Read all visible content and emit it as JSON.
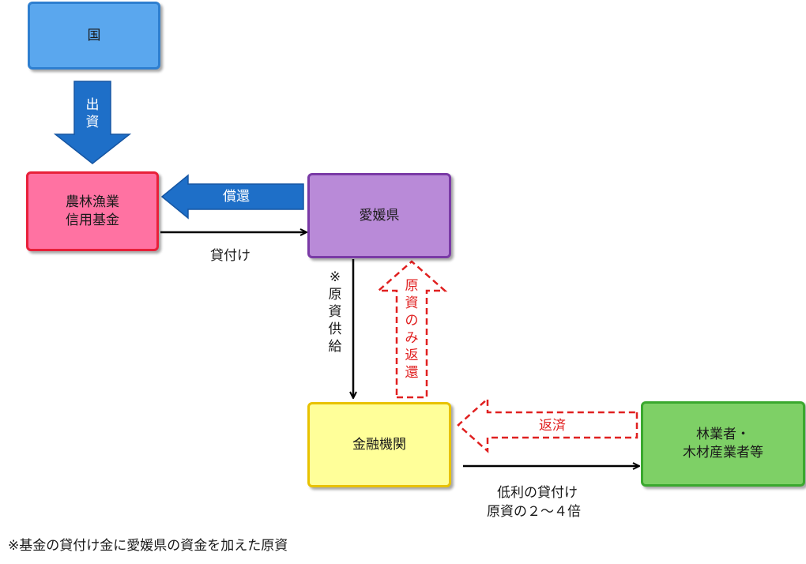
{
  "nodes": {
    "kuni": {
      "label": "国",
      "fill": "#5aa7ee",
      "border": "#2e7fd0"
    },
    "kikin": {
      "label": "農林漁業\n信用基金",
      "fill": "#ff72a2",
      "border": "#e8203a"
    },
    "ehime": {
      "label": "愛媛県",
      "fill": "#b98ad8",
      "border": "#7a3aa6"
    },
    "kinyu": {
      "label": "金融機関",
      "fill": "#ffff99",
      "border": "#e8c200"
    },
    "ringyo": {
      "label": "林業者・\n木材産業者等",
      "fill": "#7ed066",
      "border": "#3aa82e"
    }
  },
  "edges": {
    "shusshi": {
      "chars": [
        "出",
        "資"
      ],
      "fill": "#1e6fc8"
    },
    "shokan": {
      "label": "償還",
      "fill": "#1e6fc8"
    },
    "kashitsuke": {
      "label": "貸付け"
    },
    "genshi_kyokyu": {
      "chars": [
        "※",
        "原",
        "資",
        "供",
        "給"
      ]
    },
    "genshi_nomi_henkan": {
      "chars": [
        "原",
        "資",
        "の",
        "み",
        "返",
        "還"
      ],
      "color": "#e02020"
    },
    "hensai": {
      "label": "返済",
      "color": "#e02020"
    },
    "teiri": {
      "line1": "低利の貸付け",
      "line2": "原資の２〜４倍"
    }
  },
  "footnote": "※基金の貸付け金に愛媛県の資金を加えた原資"
}
